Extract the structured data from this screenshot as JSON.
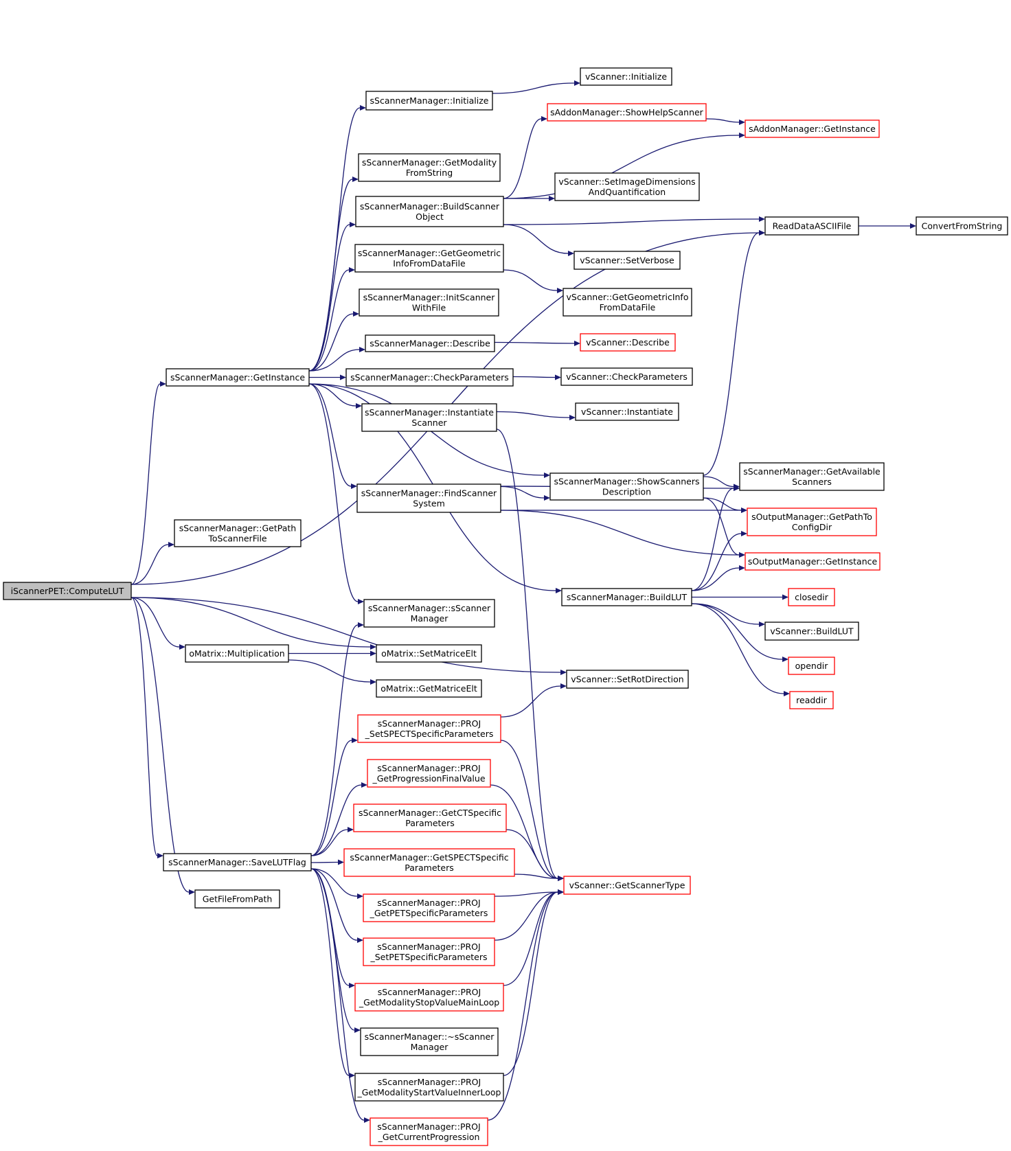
{
  "nodes": [
    {
      "id": "root",
      "lines": [
        "iScannerPET::ComputeLUT"
      ],
      "border": "gray"
    },
    {
      "id": "smGetInstance",
      "lines": [
        "sScannerManager::GetInstance"
      ],
      "border": "black"
    },
    {
      "id": "smGetPath",
      "lines": [
        "sScannerManager::GetPath",
        "ToScannerFile"
      ],
      "border": "black"
    },
    {
      "id": "omMult",
      "lines": [
        "oMatrix::Multiplication"
      ],
      "border": "black"
    },
    {
      "id": "smSaveLUT",
      "lines": [
        "sScannerManager::SaveLUTFlag"
      ],
      "border": "black"
    },
    {
      "id": "getFileFromPath",
      "lines": [
        "GetFileFromPath"
      ],
      "border": "black"
    },
    {
      "id": "smInitialize",
      "lines": [
        "sScannerManager::Initialize"
      ],
      "border": "black"
    },
    {
      "id": "smGetModality",
      "lines": [
        "sScannerManager::GetModality",
        "FromString"
      ],
      "border": "black"
    },
    {
      "id": "smBuildScanner",
      "lines": [
        "sScannerManager::BuildScanner",
        "Object"
      ],
      "border": "black"
    },
    {
      "id": "smGetGeometric",
      "lines": [
        "sScannerManager::GetGeometric",
        "InfoFromDataFile"
      ],
      "border": "black"
    },
    {
      "id": "smInitScanner",
      "lines": [
        "sScannerManager::InitScanner",
        "WithFile"
      ],
      "border": "black"
    },
    {
      "id": "smDescribe",
      "lines": [
        "sScannerManager::Describe"
      ],
      "border": "black"
    },
    {
      "id": "smCheckParams",
      "lines": [
        "sScannerManager::CheckParameters"
      ],
      "border": "black"
    },
    {
      "id": "smInstantiate",
      "lines": [
        "sScannerManager::Instantiate",
        "Scanner"
      ],
      "border": "black"
    },
    {
      "id": "smFindScanner",
      "lines": [
        "sScannerManager::FindScanner",
        "System"
      ],
      "border": "black"
    },
    {
      "id": "smShowScanners",
      "lines": [
        "sScannerManager::ShowScanners",
        "Description"
      ],
      "border": "black"
    },
    {
      "id": "smBuildLUT",
      "lines": [
        "sScannerManager::BuildLUT"
      ],
      "border": "black"
    },
    {
      "id": "smCtor",
      "lines": [
        "sScannerManager::sScanner",
        "Manager"
      ],
      "border": "black"
    },
    {
      "id": "omSetElt",
      "lines": [
        "oMatrix::SetMatriceElt"
      ],
      "border": "black"
    },
    {
      "id": "omGetElt",
      "lines": [
        "oMatrix::GetMatriceElt"
      ],
      "border": "black"
    },
    {
      "id": "smProjSetSPECT",
      "lines": [
        "sScannerManager::PROJ",
        "_SetSPECTSpecificParameters"
      ],
      "border": "red"
    },
    {
      "id": "smProjGetProgFinal",
      "lines": [
        "sScannerManager::PROJ",
        "_GetProgressionFinalValue"
      ],
      "border": "red"
    },
    {
      "id": "smGetCT",
      "lines": [
        "sScannerManager::GetCTSpecific",
        "Parameters"
      ],
      "border": "red"
    },
    {
      "id": "smGetSPECT",
      "lines": [
        "sScannerManager::GetSPECTSpecific",
        "Parameters"
      ],
      "border": "red"
    },
    {
      "id": "smProjGetPET",
      "lines": [
        "sScannerManager::PROJ",
        "_GetPETSpecificParameters"
      ],
      "border": "red"
    },
    {
      "id": "smProjSetPET",
      "lines": [
        "sScannerManager::PROJ",
        "_SetPETSpecificParameters"
      ],
      "border": "red"
    },
    {
      "id": "smProjStopMain",
      "lines": [
        "sScannerManager::PROJ",
        "_GetModalityStopValueMainLoop"
      ],
      "border": "red"
    },
    {
      "id": "smDtor",
      "lines": [
        "sScannerManager::~sScanner",
        "Manager"
      ],
      "border": "black"
    },
    {
      "id": "smProjStartInner",
      "lines": [
        "sScannerManager::PROJ",
        "_GetModalityStartValueInnerLoop"
      ],
      "border": "black"
    },
    {
      "id": "smProjCurrentProg",
      "lines": [
        "sScannerManager::PROJ",
        "_GetCurrentProgression"
      ],
      "border": "red"
    },
    {
      "id": "vInitialize",
      "lines": [
        "vScanner::Initialize"
      ],
      "border": "black"
    },
    {
      "id": "amShowHelp",
      "lines": [
        "sAddonManager::ShowHelpScanner"
      ],
      "border": "red"
    },
    {
      "id": "amGetInstance",
      "lines": [
        "sAddonManager::GetInstance"
      ],
      "border": "red"
    },
    {
      "id": "vSetImageDims",
      "lines": [
        "vScanner::SetImageDimensions",
        "AndQuantification"
      ],
      "border": "black"
    },
    {
      "id": "readDataAscii",
      "lines": [
        "ReadDataASCIIFile"
      ],
      "border": "black"
    },
    {
      "id": "convertFromString",
      "lines": [
        "ConvertFromString"
      ],
      "border": "black"
    },
    {
      "id": "vSetVerbose",
      "lines": [
        "vScanner::SetVerbose"
      ],
      "border": "black"
    },
    {
      "id": "vGetGeometric",
      "lines": [
        "vScanner::GetGeometricInfo",
        "FromDataFile"
      ],
      "border": "black"
    },
    {
      "id": "vDescribe",
      "lines": [
        "vScanner::Describe"
      ],
      "border": "red"
    },
    {
      "id": "vCheckParams",
      "lines": [
        "vScanner::CheckParameters"
      ],
      "border": "black"
    },
    {
      "id": "vInstantiate",
      "lines": [
        "vScanner::Instantiate"
      ],
      "border": "black"
    },
    {
      "id": "smGetAvailable",
      "lines": [
        "sScannerManager::GetAvailable",
        "Scanners"
      ],
      "border": "black"
    },
    {
      "id": "omGetPathConfig",
      "lines": [
        "sOutputManager::GetPathTo",
        "ConfigDir"
      ],
      "border": "red"
    },
    {
      "id": "omGetInstance",
      "lines": [
        "sOutputManager::GetInstance"
      ],
      "border": "red"
    },
    {
      "id": "closedir",
      "lines": [
        "closedir"
      ],
      "border": "red"
    },
    {
      "id": "vBuildLUT",
      "lines": [
        "vScanner::BuildLUT"
      ],
      "border": "black"
    },
    {
      "id": "opendir",
      "lines": [
        "opendir"
      ],
      "border": "red"
    },
    {
      "id": "readdir",
      "lines": [
        "readdir"
      ],
      "border": "red"
    },
    {
      "id": "vSetRot",
      "lines": [
        "vScanner::SetRotDirection"
      ],
      "border": "black"
    },
    {
      "id": "vGetScannerType",
      "lines": [
        "vScanner::GetScannerType"
      ],
      "border": "red"
    }
  ],
  "edges": [
    [
      "root",
      "smGetInstance"
    ],
    [
      "root",
      "smGetPath"
    ],
    [
      "root",
      "omMult"
    ],
    [
      "root",
      "omSetElt"
    ],
    [
      "root",
      "smSaveLUT"
    ],
    [
      "root",
      "getFileFromPath"
    ],
    [
      "root",
      "readDataAscii"
    ],
    [
      "root",
      "vSetRot"
    ],
    [
      "smGetInstance",
      "smInitialize"
    ],
    [
      "smGetInstance",
      "smGetModality"
    ],
    [
      "smGetInstance",
      "smBuildScanner"
    ],
    [
      "smGetInstance",
      "smGetGeometric"
    ],
    [
      "smGetInstance",
      "smInitScanner"
    ],
    [
      "smGetInstance",
      "smDescribe"
    ],
    [
      "smGetInstance",
      "smCheckParams"
    ],
    [
      "smGetInstance",
      "smInstantiate"
    ],
    [
      "smGetInstance",
      "smFindScanner"
    ],
    [
      "smGetInstance",
      "smShowScanners"
    ],
    [
      "smGetInstance",
      "smBuildLUT"
    ],
    [
      "smGetInstance",
      "smCtor"
    ],
    [
      "smInitialize",
      "vInitialize"
    ],
    [
      "smBuildScanner",
      "amShowHelp"
    ],
    [
      "smBuildScanner",
      "amGetInstance"
    ],
    [
      "smBuildScanner",
      "vSetImageDims"
    ],
    [
      "smBuildScanner",
      "readDataAscii"
    ],
    [
      "smBuildScanner",
      "vSetVerbose"
    ],
    [
      "amShowHelp",
      "amGetInstance"
    ],
    [
      "readDataAscii",
      "convertFromString"
    ],
    [
      "smGetGeometric",
      "vGetGeometric"
    ],
    [
      "smDescribe",
      "vDescribe"
    ],
    [
      "smCheckParams",
      "vCheckParams"
    ],
    [
      "smInstantiate",
      "vInstantiate"
    ],
    [
      "smInstantiate",
      "vGetScannerType"
    ],
    [
      "smFindScanner",
      "smShowScanners"
    ],
    [
      "smFindScanner",
      "smGetAvailable"
    ],
    [
      "smFindScanner",
      "omGetPathConfig"
    ],
    [
      "smFindScanner",
      "omGetInstance"
    ],
    [
      "smShowScanners",
      "smGetAvailable"
    ],
    [
      "smShowScanners",
      "omGetPathConfig"
    ],
    [
      "smShowScanners",
      "omGetInstance"
    ],
    [
      "smShowScanners",
      "readDataAscii"
    ],
    [
      "smBuildLUT",
      "smGetAvailable"
    ],
    [
      "smBuildLUT",
      "omGetPathConfig"
    ],
    [
      "smBuildLUT",
      "omGetInstance"
    ],
    [
      "smBuildLUT",
      "closedir"
    ],
    [
      "smBuildLUT",
      "vBuildLUT"
    ],
    [
      "smBuildLUT",
      "opendir"
    ],
    [
      "smBuildLUT",
      "readdir"
    ],
    [
      "omMult",
      "omSetElt"
    ],
    [
      "omMult",
      "omGetElt"
    ],
    [
      "smSaveLUT",
      "smCtor"
    ],
    [
      "smSaveLUT",
      "smProjSetSPECT"
    ],
    [
      "smSaveLUT",
      "smProjGetProgFinal"
    ],
    [
      "smSaveLUT",
      "smGetCT"
    ],
    [
      "smSaveLUT",
      "smGetSPECT"
    ],
    [
      "smSaveLUT",
      "smProjGetPET"
    ],
    [
      "smSaveLUT",
      "smProjSetPET"
    ],
    [
      "smSaveLUT",
      "smProjStopMain"
    ],
    [
      "smSaveLUT",
      "smDtor"
    ],
    [
      "smSaveLUT",
      "smProjStartInner"
    ],
    [
      "smSaveLUT",
      "smProjCurrentProg"
    ],
    [
      "smProjSetSPECT",
      "vSetRot"
    ],
    [
      "smProjSetSPECT",
      "vGetScannerType"
    ],
    [
      "smProjGetProgFinal",
      "vGetScannerType"
    ],
    [
      "smGetCT",
      "vGetScannerType"
    ],
    [
      "smGetSPECT",
      "vGetScannerType"
    ],
    [
      "smProjGetPET",
      "vGetScannerType"
    ],
    [
      "smProjSetPET",
      "vGetScannerType"
    ],
    [
      "smProjStopMain",
      "vGetScannerType"
    ],
    [
      "smProjStartInner",
      "vGetScannerType"
    ],
    [
      "smProjCurrentProg",
      "vGetScannerType"
    ]
  ],
  "colors": {
    "edge": "#191970",
    "red_border": "#ff0000",
    "root_fill": "#bfbfbf"
  }
}
